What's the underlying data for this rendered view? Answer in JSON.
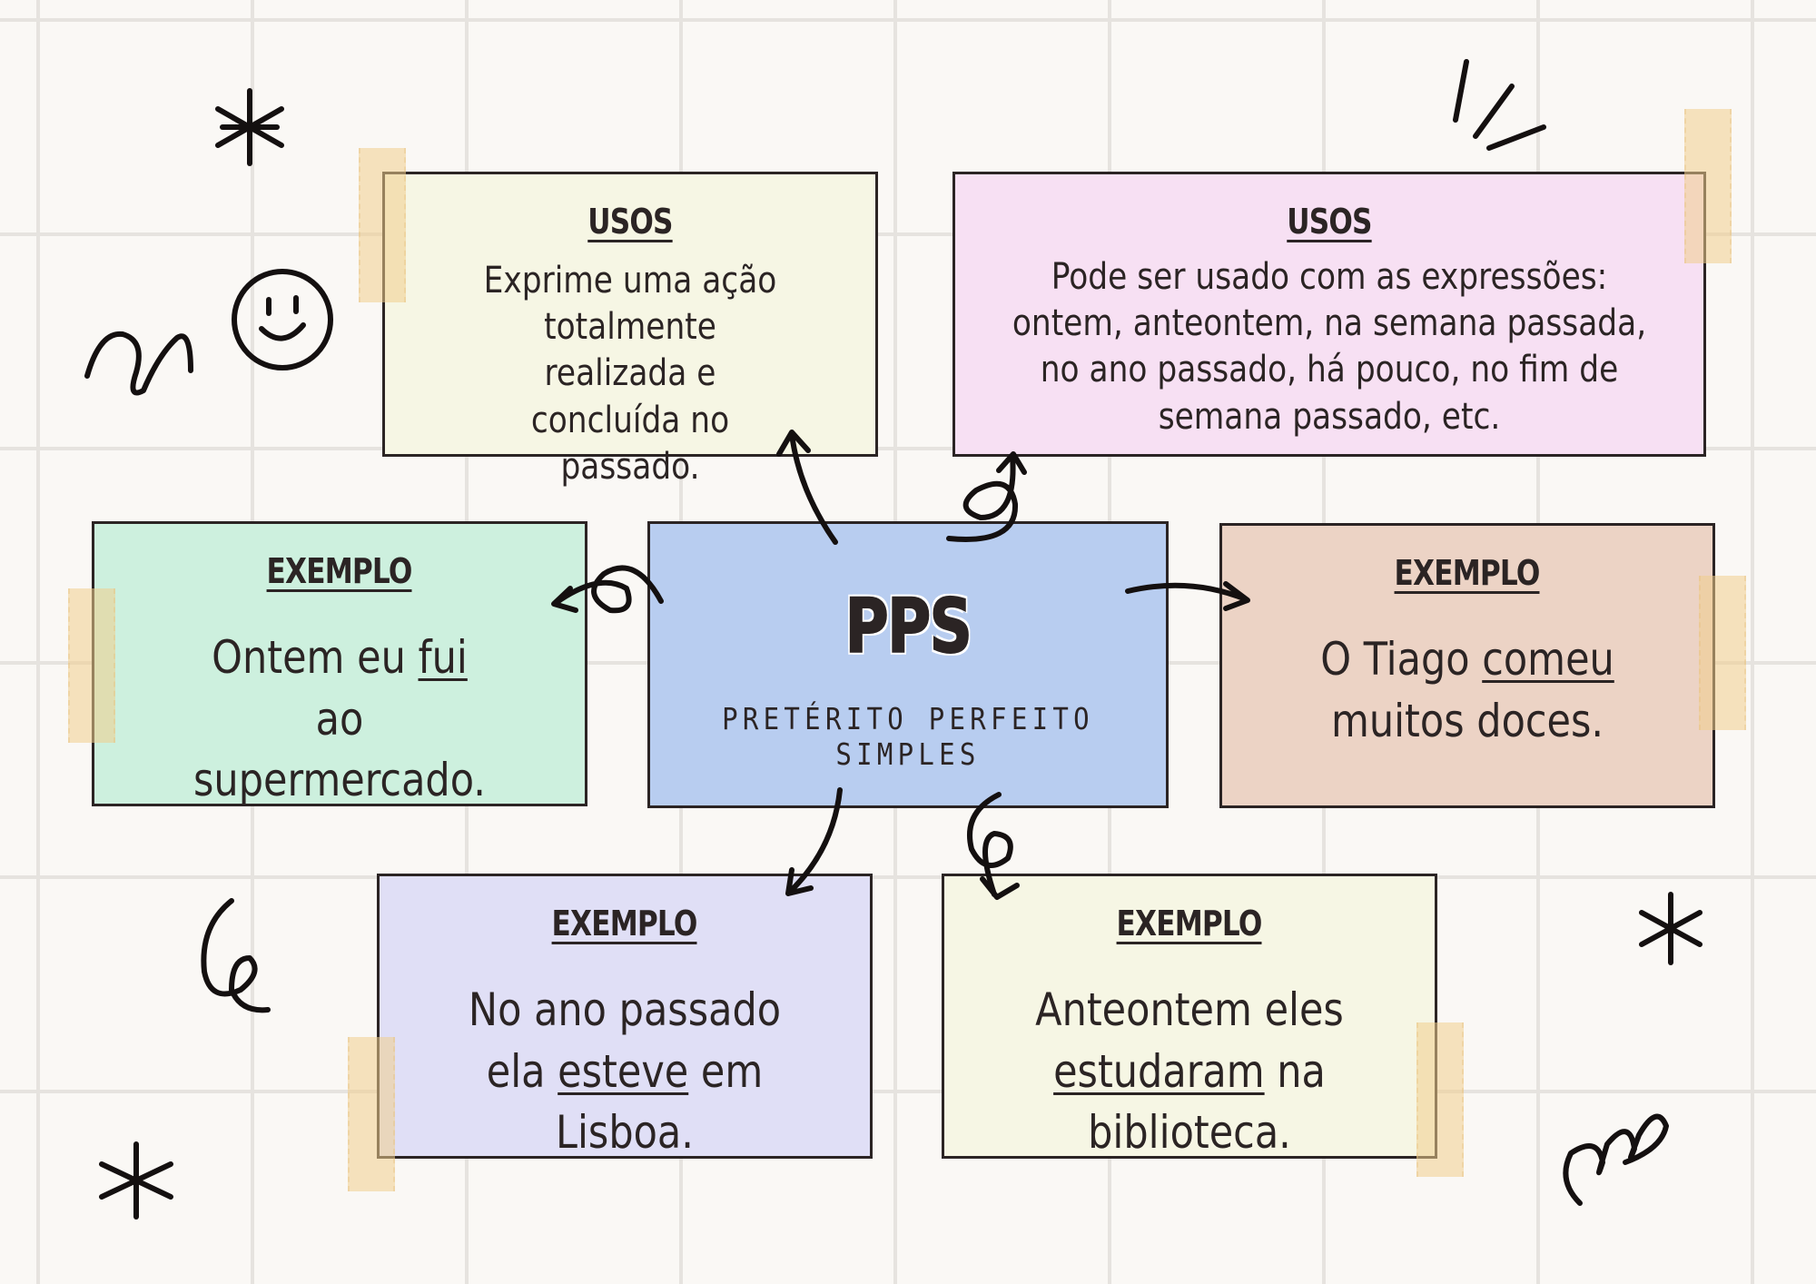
{
  "center": {
    "title": "PPS",
    "subtitle": "PRETÉRITO PERFEITO SIMPLES"
  },
  "usos": [
    {
      "heading": "USOS",
      "text": "Exprime uma ação totalmente realizada e concluída no passado."
    },
    {
      "heading": "USOS",
      "text": "Pode ser usado com as expressões: ontem, anteontem, na semana passada, no ano passado, há pouco, no fim de semana passado, etc."
    }
  ],
  "examples": [
    {
      "heading": "EXEMPLO",
      "before": "Ontem eu ",
      "verb": "fui",
      "after": " ao supermercado."
    },
    {
      "heading": "EXEMPLO",
      "before": "O Tiago ",
      "verb": "comeu",
      "after": " muitos doces."
    },
    {
      "heading": "EXEMPLO",
      "before": "No ano passado  ela ",
      "verb": "esteve",
      "after": " em Lisboa."
    },
    {
      "heading": "EXEMPLO",
      "before": "Anteontem eles ",
      "verb": "estudaram",
      "after": " na biblioteca."
    }
  ],
  "colors": {
    "center": "#b8cdf0",
    "usos_1": "#f6f6e4",
    "usos_2": "#f7e0f3",
    "exemplo_1": "#cdf0de",
    "exemplo_2": "#ecd3c5",
    "exemplo_3": "#e0dff6",
    "exemplo_4": "#f6f6e4",
    "tape": "#f1cd8c",
    "ink": "#2b2424"
  }
}
